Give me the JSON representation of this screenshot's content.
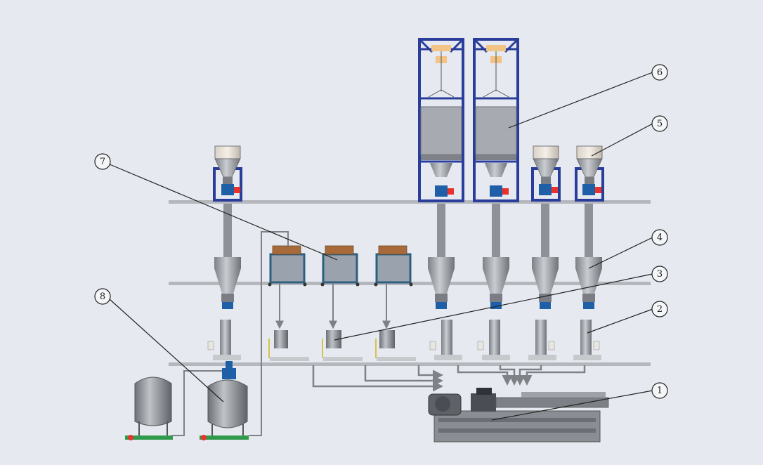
{
  "diagram": {
    "background": "#e6eaf0",
    "colors": {
      "floor": "#b4b8bd",
      "steel": "#8e9298",
      "steel_light": "#c7cacd",
      "frame_blue": "#2b3d9b",
      "valve_blue": "#1f5fa8",
      "motor_red": "#e8322b",
      "bag_orange": "#f1c384",
      "panel_teal": "#2f5f7e",
      "panel_fill": "#9aa3ad",
      "green_base": "#2f9a4c"
    },
    "callouts": [
      {
        "number": "1"
      },
      {
        "number": "2"
      },
      {
        "number": "3"
      },
      {
        "number": "4"
      },
      {
        "number": "5"
      },
      {
        "number": "6"
      },
      {
        "number": "7"
      },
      {
        "number": "8"
      }
    ]
  }
}
